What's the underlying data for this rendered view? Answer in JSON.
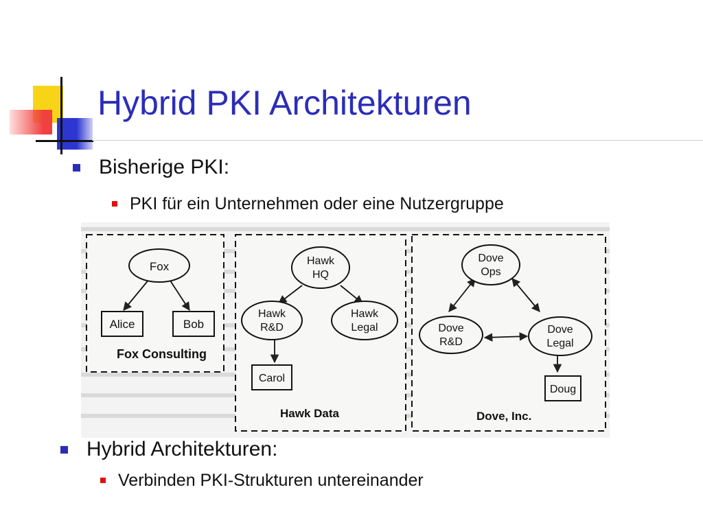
{
  "slide": {
    "title": "Hybrid PKI Architekturen",
    "bullets": [
      {
        "text": "Bisherige PKI:",
        "sub": "PKI für ein Unternehmen oder eine Nutzergruppe"
      },
      {
        "text": "Hybrid Architekturen:",
        "sub": "Verbinden PKI-Strukturen untereinander"
      }
    ],
    "colors": {
      "title": "#2b2db8",
      "bullet_l1": "#2b2db8",
      "bullet_l2": "#e01010"
    }
  },
  "diagram": {
    "groups": [
      {
        "label": "Fox Consulting",
        "nodes": {
          "root": "Fox",
          "alice": "Alice",
          "bob": "Bob"
        }
      },
      {
        "label": "Hawk Data",
        "nodes": {
          "hq_1": "Hawk",
          "hq_2": "HQ",
          "rd_1": "Hawk",
          "rd_2": "R&D",
          "legal_1": "Hawk",
          "legal_2": "Legal",
          "carol": "Carol"
        }
      },
      {
        "label": "Dove, Inc.",
        "nodes": {
          "ops_1": "Dove",
          "ops_2": "Ops",
          "rd_1": "Dove",
          "rd_2": "R&D",
          "legal_1": "Dove",
          "legal_2": "Legal",
          "doug": "Doug"
        }
      }
    ]
  }
}
